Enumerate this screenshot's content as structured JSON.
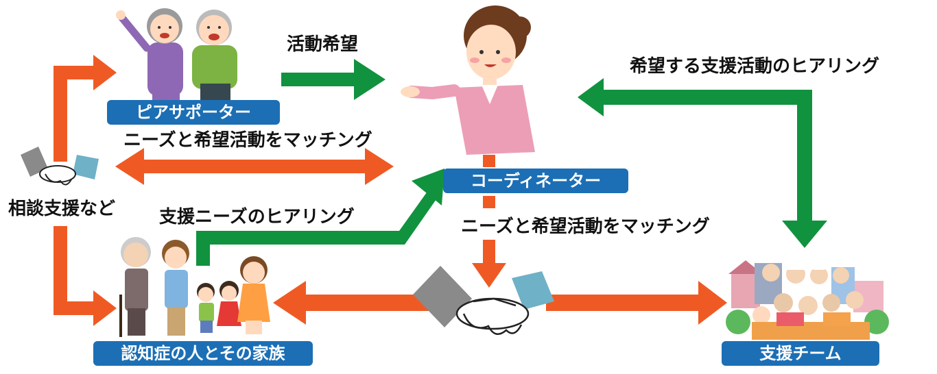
{
  "nodes": {
    "peer_supporter": "ピアサポーター",
    "coordinator": "コーディネーター",
    "family": "認知症の人とその家族",
    "support_team": "支援チーム"
  },
  "labels": {
    "activity_wish": "活動希望",
    "hearing_support_activity": "希望する支援活動のヒアリング",
    "matching_top": "ニーズと希望活動をマッチング",
    "consultation_support": "相談支援など",
    "hearing_support_needs": "支援ニーズのヒアリング",
    "matching_center": "ニーズと希望活動をマッチング"
  },
  "colors": {
    "green_arrow": "#11923f",
    "orange_arrow": "#ef5a24",
    "label_blue": "#1c6fb5"
  },
  "icons": [
    "handshake-icon",
    "peer-supporters-illustration",
    "coordinator-illustration",
    "family-illustration",
    "support-team-illustration"
  ]
}
